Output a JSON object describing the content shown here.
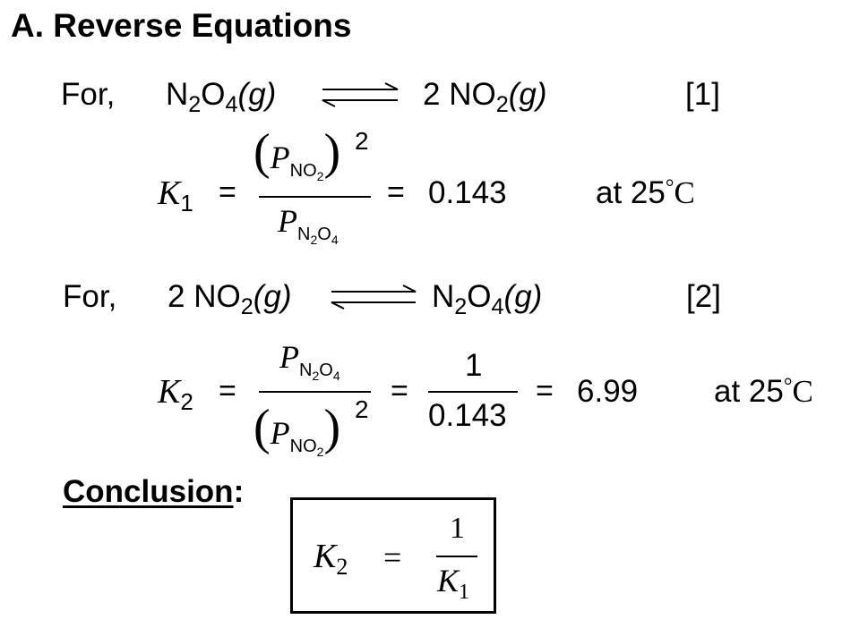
{
  "heading": "A.  Reverse Equations",
  "eq1": {
    "for": "For,",
    "reactant": "N",
    "reactant_sub1": "2",
    "reactant_o": "O",
    "reactant_sub2": "4",
    "phase": "(g)",
    "coef": "2",
    "product": "NO",
    "product_sub": "2",
    "label": "[1]",
    "k": "K",
    "k_sub": "1",
    "eq": "=",
    "num_p": "P",
    "num_sub": "NO",
    "num_subsub": "2",
    "num_exp": "2",
    "den_p": "P",
    "den_sub_n": "N",
    "den_subsub1": "2",
    "den_sub_o": "O",
    "den_subsub2": "4",
    "value": "0.143",
    "at": "at 25",
    "deg": "°",
    "unit": "C"
  },
  "eq2": {
    "for": "For,",
    "coef": "2",
    "reactant": "NO",
    "reactant_sub": "2",
    "phase": "(g)",
    "product": "N",
    "product_sub1": "2",
    "product_o": "O",
    "product_sub2": "4",
    "label": "[2]",
    "k": "K",
    "k_sub": "2",
    "eq": "=",
    "num_p": "P",
    "num_sub_n": "N",
    "num_subsub1": "2",
    "num_sub_o": "O",
    "num_subsub2": "4",
    "den_p": "P",
    "den_sub": "NO",
    "den_subsub": "2",
    "den_exp": "2",
    "one": "1",
    "den_value": "0.143",
    "value": "6.99",
    "at": "at 25",
    "deg": "°",
    "unit": "C"
  },
  "conclusion": {
    "label": "Conclusion",
    "colon": ":",
    "k": "K",
    "k_sub": "2",
    "eq": "=",
    "one": "1",
    "den_k": "K",
    "den_sub": "1"
  }
}
